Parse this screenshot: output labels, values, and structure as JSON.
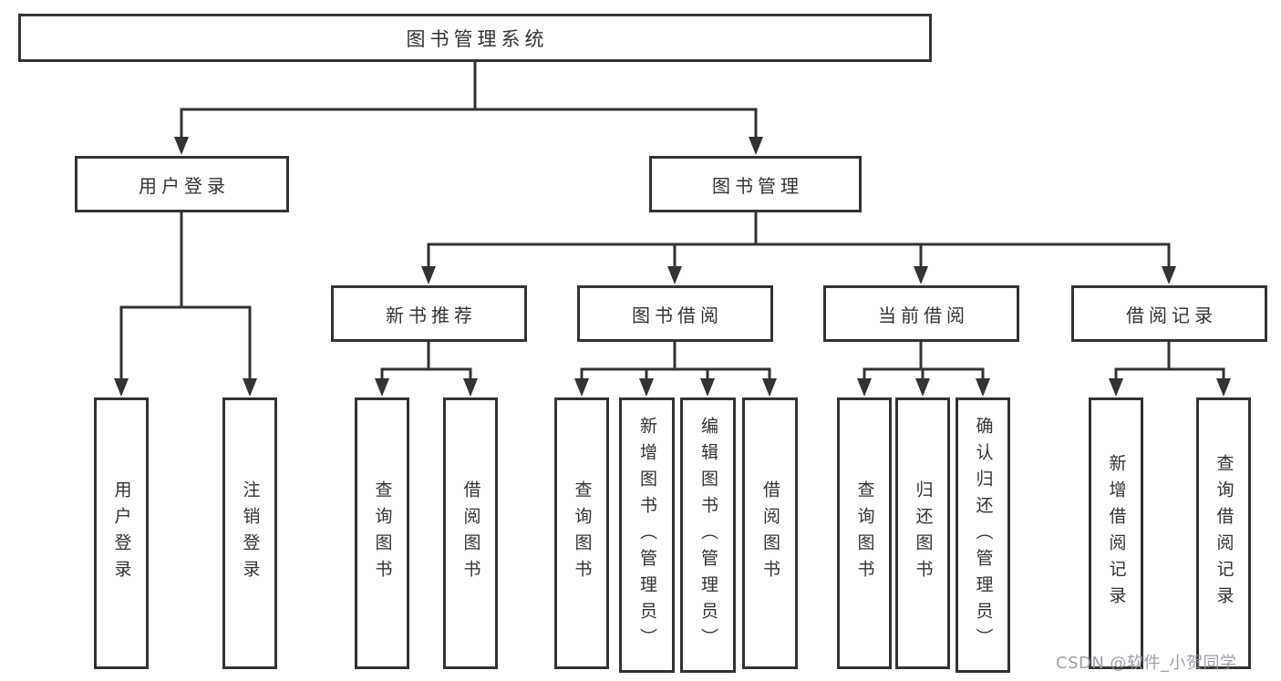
{
  "diagram": {
    "root": {
      "label": "图书管理系统"
    },
    "level2": [
      {
        "label": "用户登录",
        "children": [
          "用户登录",
          "注销登录"
        ]
      },
      {
        "label": "图书管理",
        "groups": [
          {
            "label": "新书推荐",
            "children": [
              "查询图书",
              "借阅图书"
            ]
          },
          {
            "label": "图书借阅",
            "children": [
              "查询图书",
              "新增图书（管理员）",
              "编辑图书（管理员）",
              "借阅图书"
            ]
          },
          {
            "label": "当前借阅",
            "children": [
              "查询图书",
              "归还图书",
              "确认归还（管理员）"
            ]
          },
          {
            "label": "借阅记录",
            "children": [
              "新增借阅记录",
              "查询借阅记录"
            ]
          }
        ]
      }
    ],
    "colors": {
      "line": "#333333",
      "box_border": "#333333",
      "text": "#333333",
      "background": "#ffffff",
      "watermark": "#94949e"
    }
  },
  "watermark": {
    "text": "CSDN @软件_小贺同学"
  }
}
